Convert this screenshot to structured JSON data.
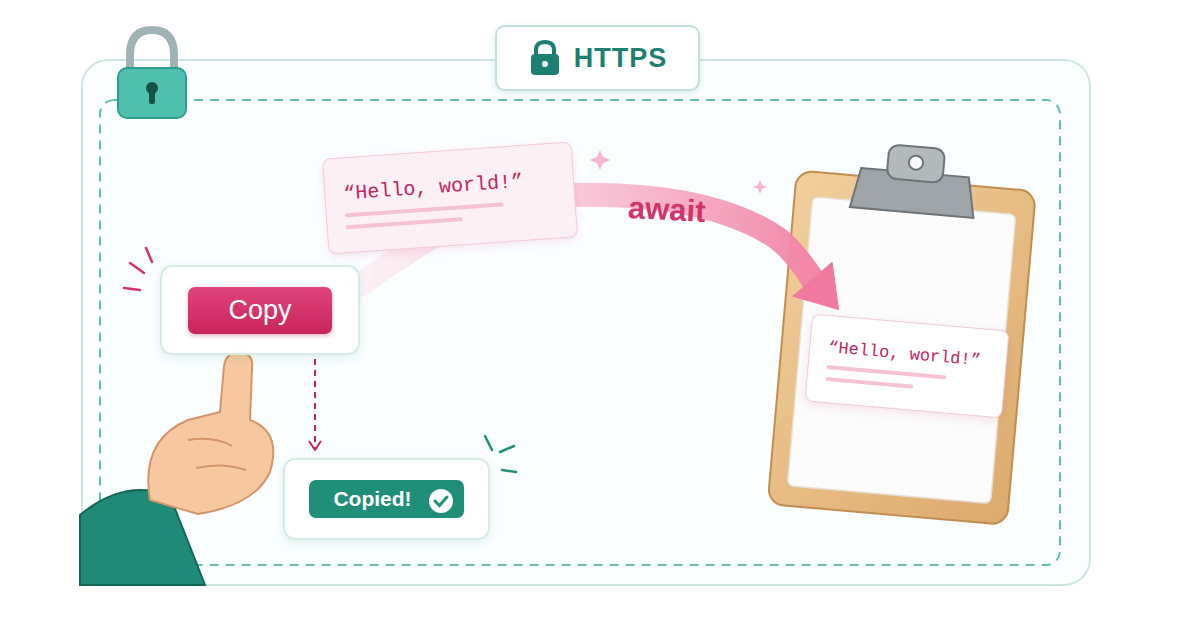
{
  "diagram": {
    "nodes": [
      {
        "text": [
          "HTTPS"
        ]
      },
      {
        "text": [
          "Copy"
        ]
      },
      {
        "text": [
          "“Hello, world!”"
        ]
      },
      {
        "text": [
          "“Hello, world!”"
        ]
      },
      {
        "text": [
          "Copied!"
        ]
      }
    ],
    "edges": [
      {
        "from": 1,
        "to": 3,
        "label": "await",
        "arrow": "to"
      },
      {
        "from": 1,
        "to": 4,
        "arrow": "to"
      }
    ]
  }
}
